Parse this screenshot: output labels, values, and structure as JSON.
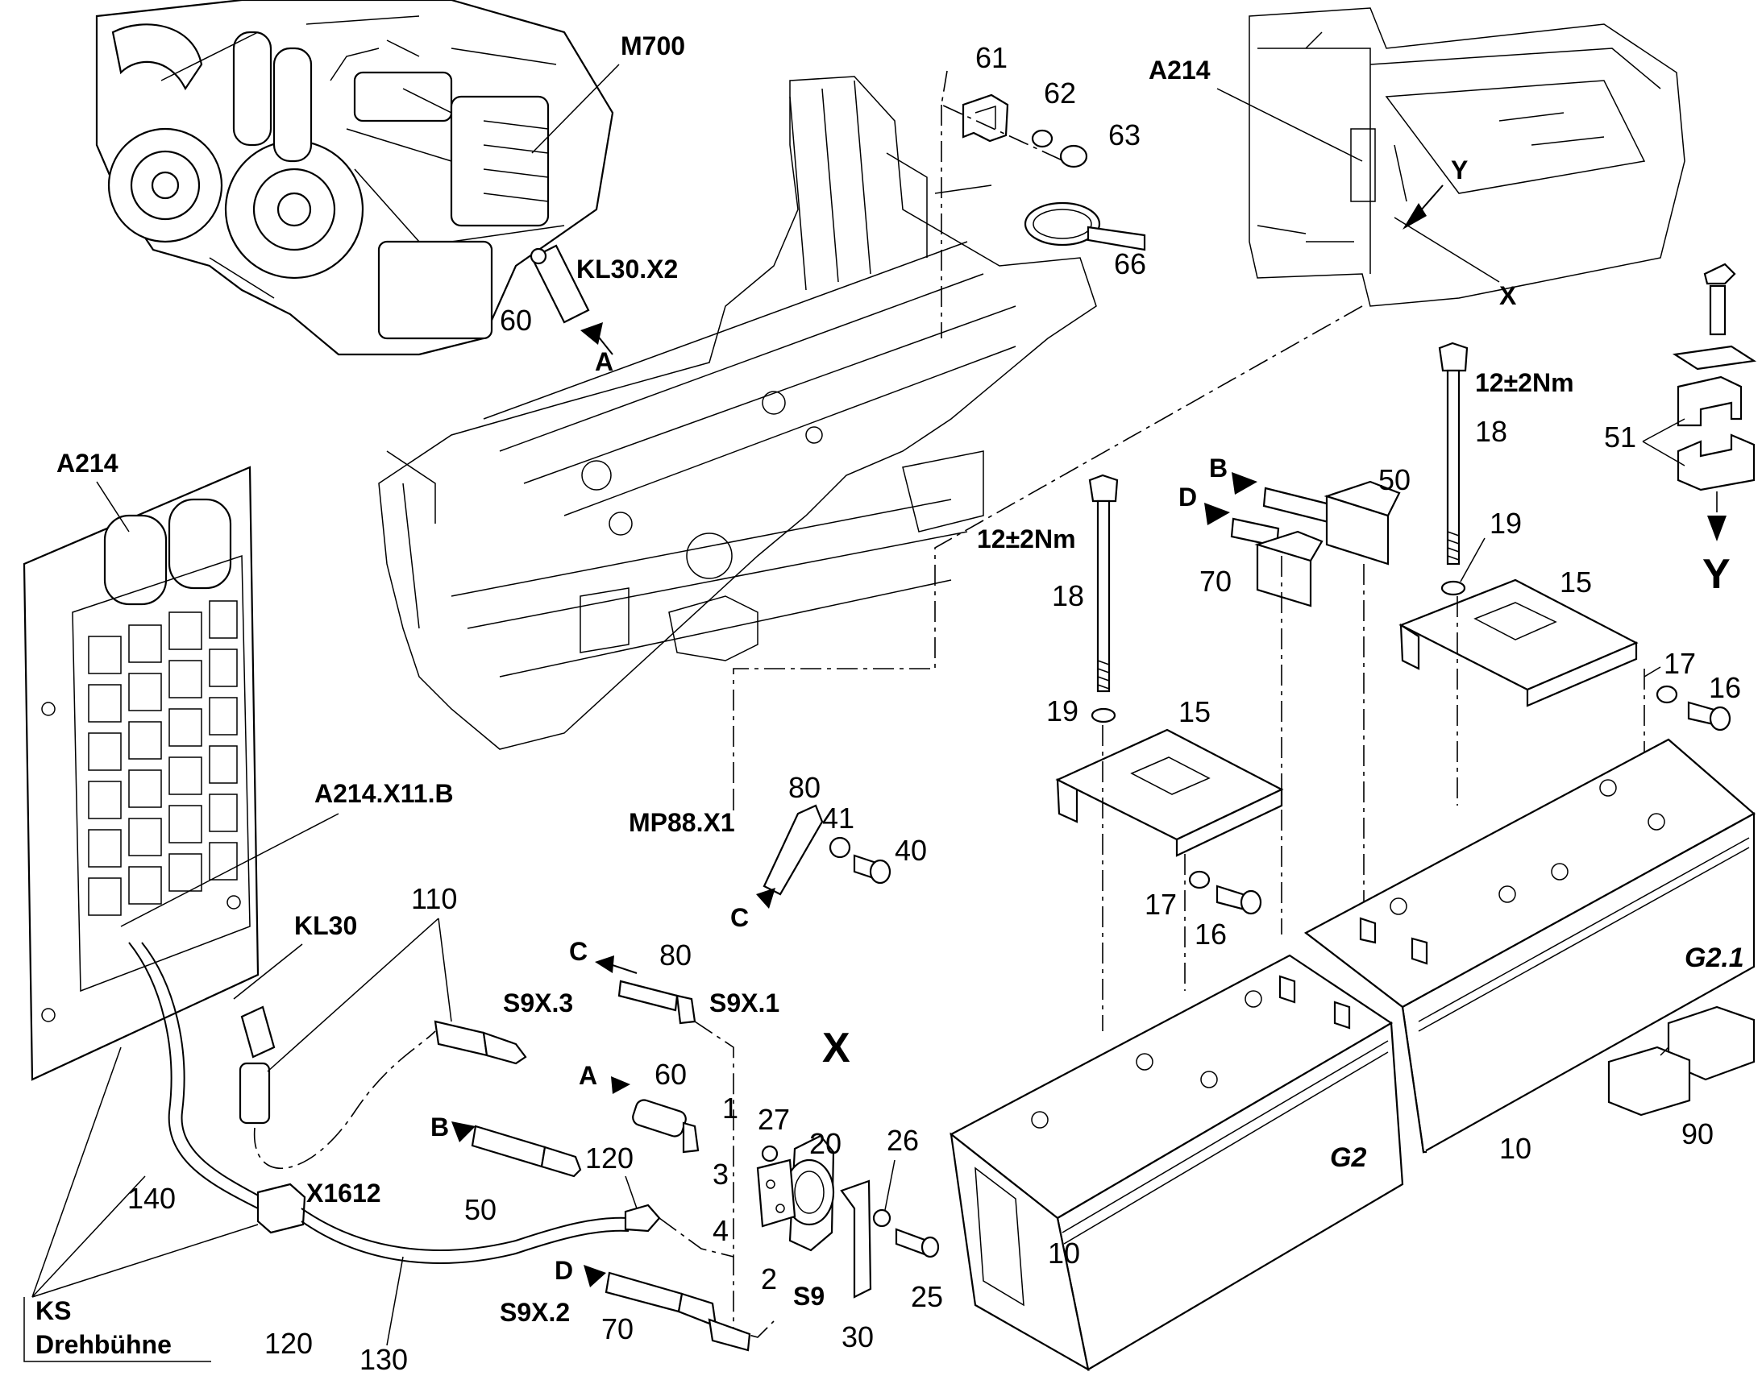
{
  "components": {
    "m700": "M700",
    "kl30_x2": "KL30.X2",
    "a214_top": "A214",
    "a214_left": "A214",
    "a214_x11b": "A214.X11.B",
    "kl30": "KL30",
    "mp88_x1": "MP88.X1",
    "s9x3": "S9X.3",
    "s9x1": "S9X.1",
    "s9x2": "S9X.2",
    "s9": "S9",
    "x1612": "X1612",
    "ks_line1": "KS",
    "ks_line2": "Drehbühne",
    "g2": "G2",
    "g21": "G2.1"
  },
  "views": {
    "x_top": "X",
    "y_top": "Y",
    "x_big": "X",
    "y_big": "Y"
  },
  "arrows": {
    "a1": "A",
    "a2": "A",
    "b1": "B",
    "b2": "B",
    "c1": "C",
    "c2": "C",
    "d1": "D",
    "d2": "D"
  },
  "torques": {
    "t1": "12±2Nm",
    "t2": "12±2Nm"
  },
  "terminals": {
    "t1": "1",
    "t2": "2",
    "t3": "3",
    "t4": "4"
  },
  "parts": {
    "p61": "61",
    "p62": "62",
    "p63": "63",
    "p66": "66",
    "p60a": "60",
    "p51": "51",
    "p18a": "18",
    "p18b": "18",
    "p19a": "19",
    "p19b": "19",
    "p50a": "50",
    "p70a": "70",
    "p15a": "15",
    "p15b": "15",
    "p17a": "17",
    "p16a": "16",
    "p17b": "17",
    "p16b": "16",
    "p80a": "80",
    "p41": "41",
    "p40": "40",
    "p110": "110",
    "p80b": "80",
    "p60b": "60",
    "p27": "27",
    "p20": "20",
    "p26": "26",
    "p120a": "120",
    "p50b": "50",
    "p140": "140",
    "p70b": "70",
    "p25": "25",
    "p30": "30",
    "p120b": "120",
    "p130": "130",
    "p10a": "10",
    "p10b": "10",
    "p90": "90"
  }
}
